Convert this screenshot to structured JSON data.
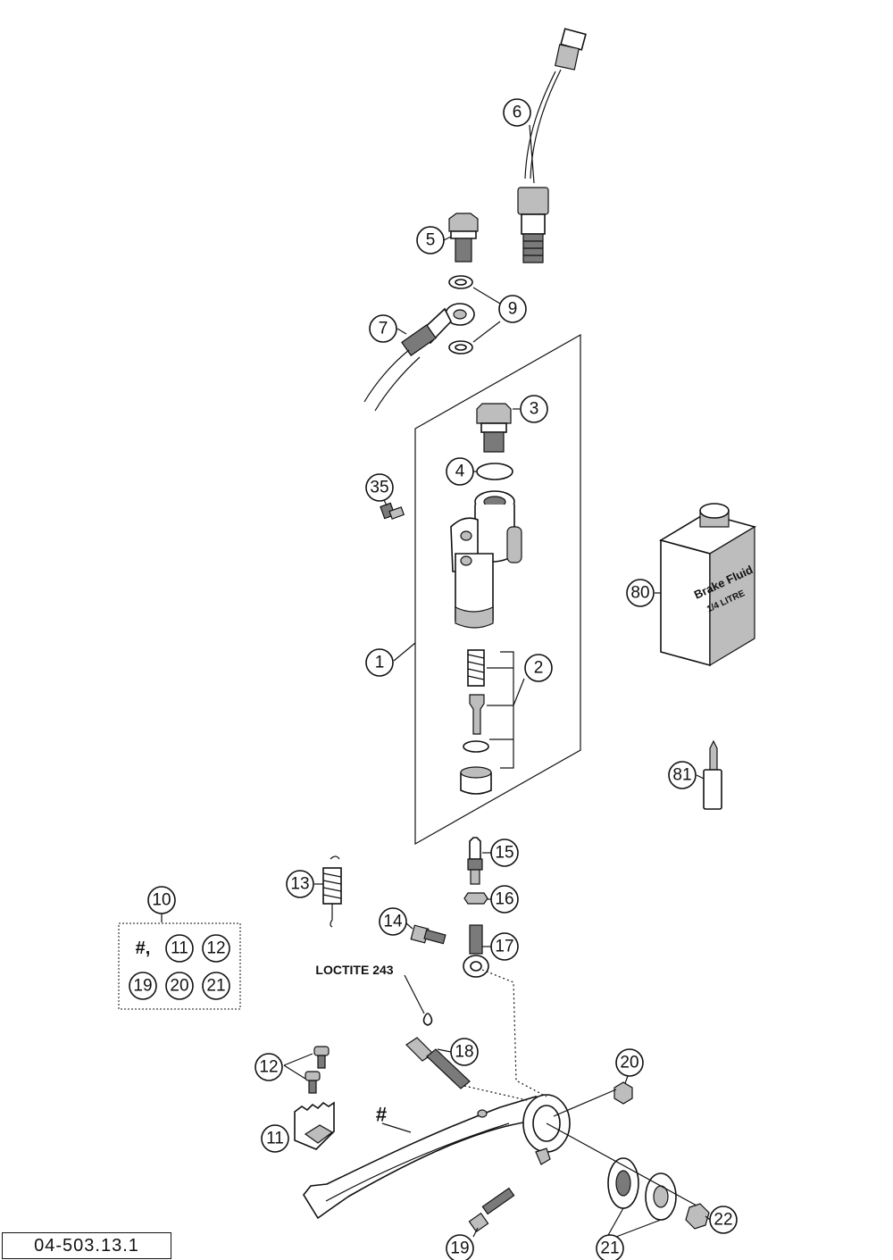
{
  "callouts": {
    "c1": "1",
    "c2": "2",
    "c3": "3",
    "c4": "4",
    "c5": "5",
    "c6": "6",
    "c7": "7",
    "c9": "9",
    "c10": "10",
    "c11": "11",
    "c12": "12",
    "c13": "13",
    "c14": "14",
    "c15": "15",
    "c16": "16",
    "c17": "17",
    "c18": "18",
    "c19": "19",
    "c20": "20",
    "c21": "21",
    "c22": "22",
    "c35": "35",
    "c80": "80",
    "c81": "81"
  },
  "kit_box": {
    "hash_label": "#,",
    "items": [
      "11",
      "12",
      "19",
      "20",
      "21"
    ]
  },
  "hash_marker": "#",
  "loctite_label": "LOCTITE 243",
  "brake_fluid": {
    "line1": "Brake Fluid",
    "line2": "1/4 LITRE"
  },
  "doc_code": "04-503.13.1"
}
